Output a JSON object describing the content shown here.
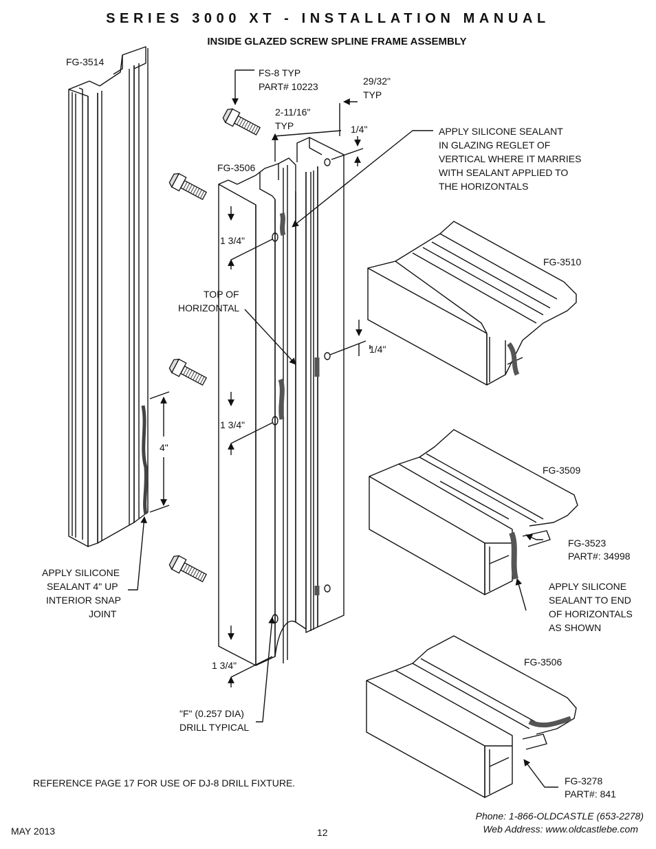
{
  "header": {
    "title": "SERIES 3000 XT - INSTALLATION MANUAL",
    "subtitle": "INSIDE GLAZED SCREW SPLINE FRAME ASSEMBLY"
  },
  "labels": {
    "fg3514": "FG-3514",
    "fs8": "FS-8 TYP",
    "fs8_part": "PART# 10223",
    "dim_29_32": "29/32\"",
    "dim_29_32_typ": "TYP",
    "dim_2_11_16": "2-11/16\"",
    "dim_2_11_16_typ": "TYP",
    "dim_quarter_top": "1/4\"",
    "note_glazing_reglet": [
      "APPLY SILICONE SEALANT",
      "IN GLAZING REGLET OF",
      "VERTICAL WHERE IT MARRIES",
      "WITH SEALANT APPLIED TO",
      "THE HORIZONTALS"
    ],
    "fg3506_top": "FG-3506",
    "dim_1_3_4_a": "1 3/4\"",
    "fg3510": "FG-3510",
    "top_of_horizontal": [
      "TOP OF",
      "HORIZONTAL"
    ],
    "dim_quarter_mid": "1/4\"",
    "dim_1_3_4_b": "1 3/4\"",
    "dim_4": "4\"",
    "fg3509": "FG-3509",
    "fg3523": "FG-3523",
    "fg3523_part": "PART#: 34998",
    "note_snap_joint": [
      "APPLY SILICONE",
      "SEALANT 4\" UP",
      "INTERIOR SNAP",
      "JOINT"
    ],
    "note_end_horizontals": [
      "APPLY SILICONE",
      "SEALANT TO END",
      "OF HORIZONTALS",
      "AS SHOWN"
    ],
    "dim_1_3_4_c": "1 3/4\"",
    "fg3506_bottom": "FG-3506",
    "drill_note": [
      "\"F\" (0.257 DIA)",
      "DRILL TYPICAL"
    ],
    "fg3278": "FG-3278",
    "fg3278_part": "PART#: 841",
    "reference_note": "REFERENCE PAGE 17 FOR USE OF DJ-8 DRILL FIXTURE."
  },
  "footer": {
    "date": "MAY 2013",
    "page_number": "12",
    "phone": "Phone: 1-866-OLDCASTLE (653-2278)",
    "web": "Web Address: www.oldcastlebe.com"
  },
  "icons": [
    "screw-icon",
    "vertical-mullion-fg3514",
    "vertical-mullion-fg3506",
    "horizontal-fg3510",
    "horizontal-fg3509",
    "horizontal-fg3506",
    "sealant-bead"
  ]
}
